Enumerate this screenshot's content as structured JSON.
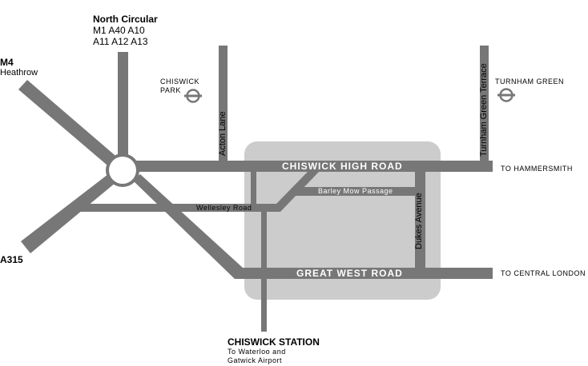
{
  "colors": {
    "road": "#777777",
    "zone": "#cccccc",
    "background": "#ffffff"
  },
  "labels": {
    "north_circular_title": "North Circular",
    "north_circular_line1": "M1 A40  A10",
    "north_circular_line2": "A11 A12  A13",
    "m4_title": "M4",
    "m4_sub": "Heathrow",
    "a315": "A315",
    "chiswick_park_line1": "CHISWICK",
    "chiswick_park_line2": "PARK",
    "turnham_green": "TURNHAM GREEN",
    "acton_lane": "Acton Lane",
    "turnham_green_terrace": "Turnham Green Terrace",
    "chiswick_high_road": "CHISWICK HIGH ROAD",
    "barley_mow": "Barley Mow Passage",
    "wellesley_road": "Wellesley Road",
    "dukes_avenue": "Dukes Avenue",
    "great_west_road": "GREAT WEST ROAD",
    "to_hammersmith": "TO HAMMERSMITH",
    "to_central_london": "TO CENTRAL LONDON",
    "chiswick_station": "CHISWICK STATION",
    "station_line1": "To Waterloo and",
    "station_line2": "Gatwick Airport"
  }
}
